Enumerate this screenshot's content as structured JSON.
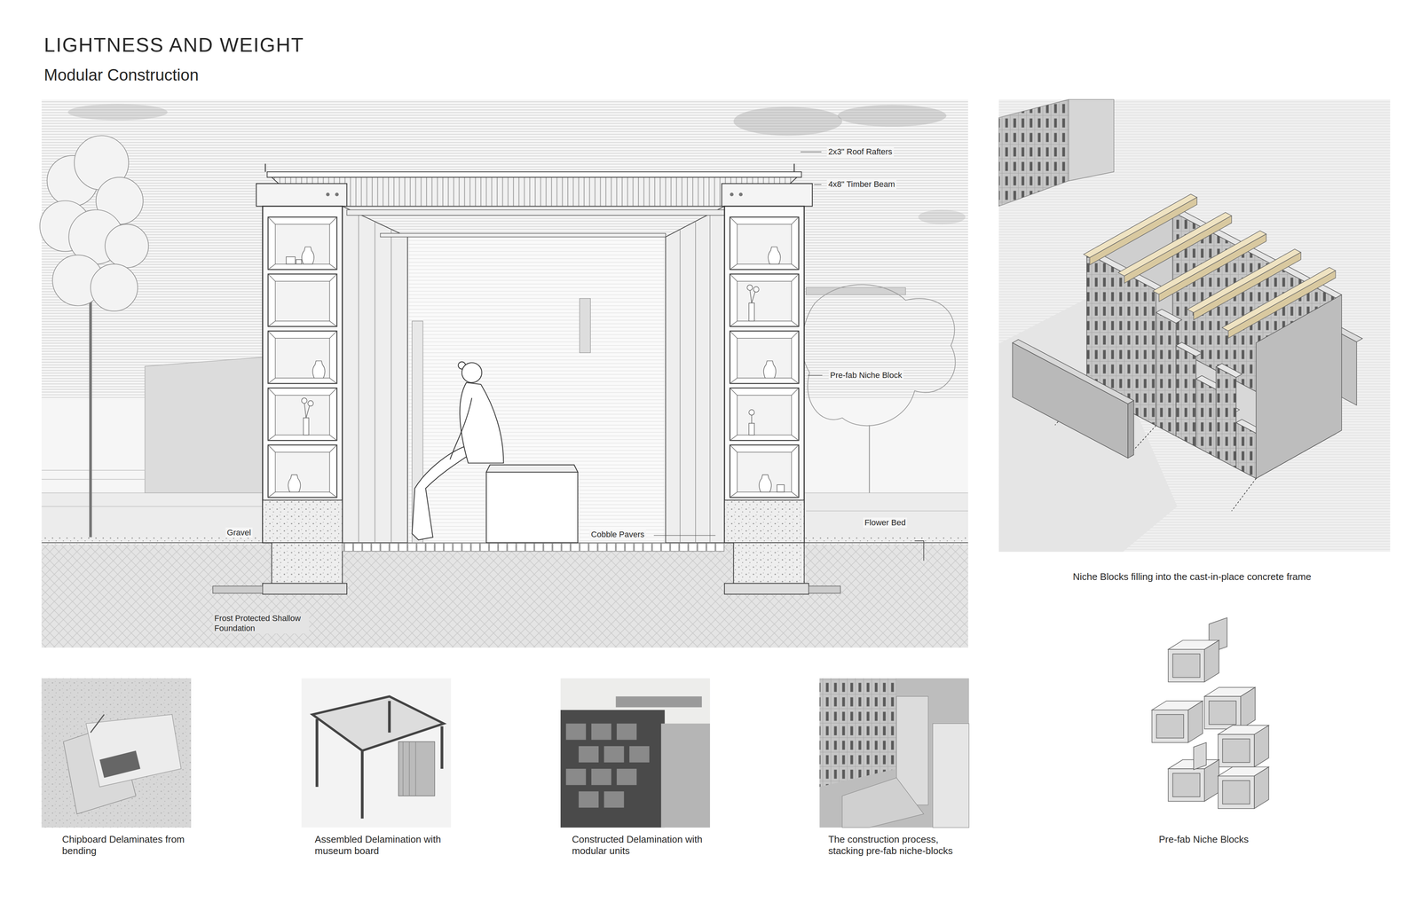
{
  "diagram": {
    "title": "LIGHTNESS AND WEIGHT",
    "labels": [
      "Modular Construction",
      "2x3\" Roof Rafters",
      "4x8\" Timber Beam",
      "Pre-fab Niche Block",
      "Gravel",
      "Cobble Pavers",
      "Flower Bed",
      "Frost Protected Shallow Foundation",
      "Niche Blocks filling into the cast-in-place concrete frame",
      "Chipboard  Delaminates from bending",
      "Assembled Delamination with museum board",
      "Constructed Delamination with modular units",
      "The construction process, stacking pre-fab niche-blocks",
      "Pre-fab Niche Blocks"
    ]
  }
}
